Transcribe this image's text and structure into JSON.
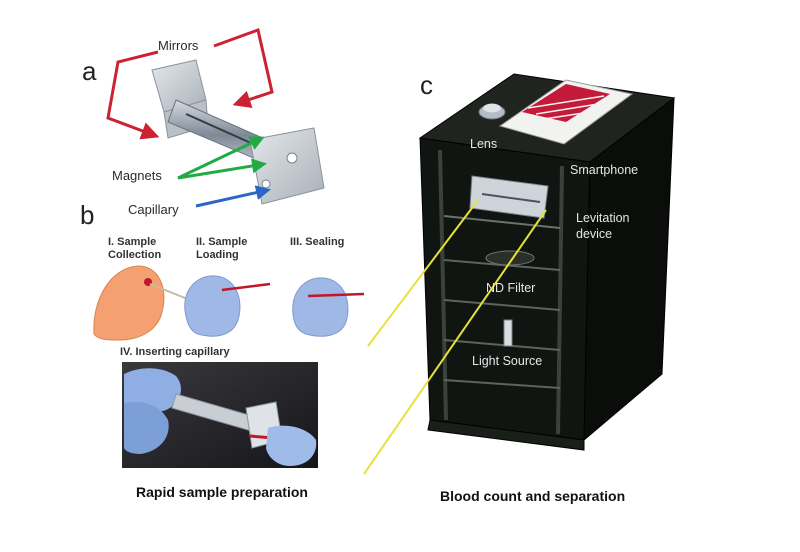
{
  "panel_a": {
    "letter": "a",
    "mirrors_label": "Mirrors",
    "magnets_label": "Magnets",
    "capillary_label": "Capillary"
  },
  "panel_b": {
    "letter": "b",
    "step1_line1": "I. Sample",
    "step1_line2": "Collection",
    "step2_line1": "II. Sample",
    "step2_line2": "Loading",
    "step3": "III. Sealing",
    "step4": "IV. Inserting capillary",
    "caption": "Rapid sample preparation"
  },
  "panel_c": {
    "letter": "c",
    "lens_label": "Lens",
    "smartphone_label": "Smartphone",
    "levitation_line1": "Levitation",
    "levitation_line2": "device",
    "nd_filter_label": "ND Filter",
    "light_source_label": "Light Source",
    "caption": "Blood count and separation"
  },
  "colors": {
    "mirror_arrow": "#cc2233",
    "magnet_arrow": "#22aa44",
    "capillary_arrow": "#2a66c8",
    "pointer_line": "#e6e23a",
    "glove": "#9fb8e6",
    "finger": "#f4a070",
    "blood": "#c0182a",
    "device_body": "#111511"
  }
}
